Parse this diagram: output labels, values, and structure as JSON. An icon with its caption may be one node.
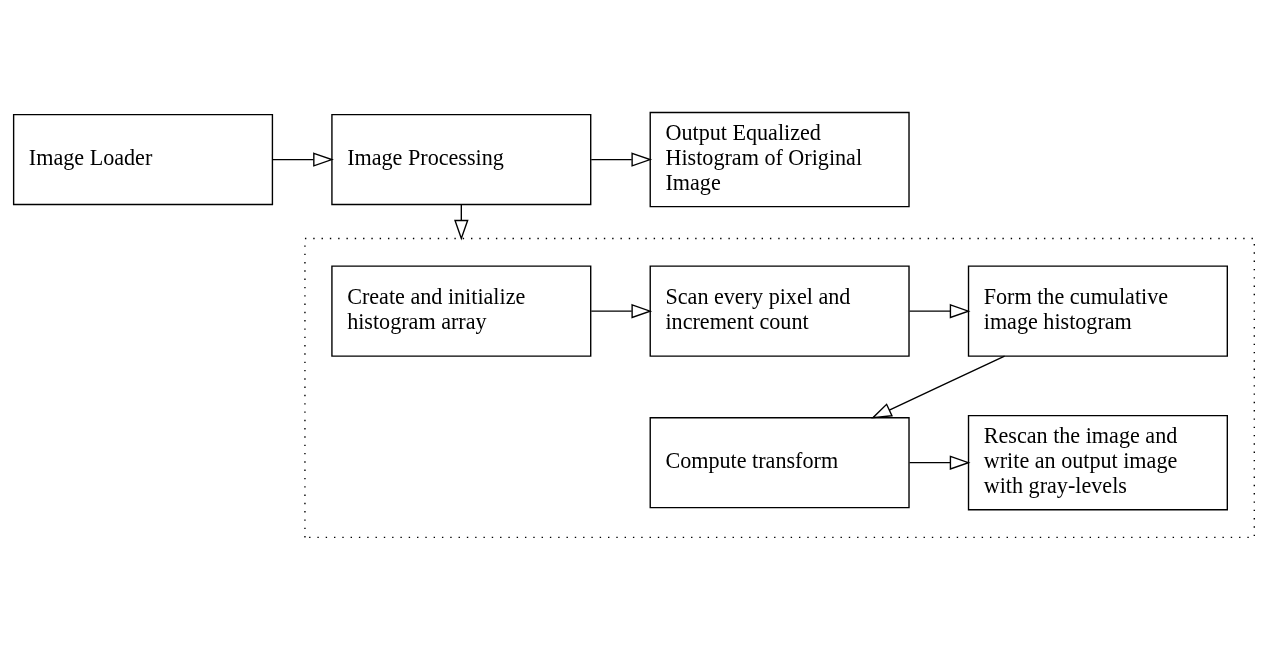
{
  "diagram": {
    "nodes": [
      {
        "text": [
          "Image Loader"
        ]
      },
      {
        "text": [
          "Image Processing"
        ]
      },
      {
        "text": [
          "Output Equalized Histogram of Original Image"
        ]
      },
      {
        "text": [],
        "shape": "box"
      },
      {
        "text": [
          "Create and initialize histogram array"
        ],
        "in": 3
      },
      {
        "text": [
          "Scan every pixel and increment count"
        ],
        "in": 3
      },
      {
        "text": [
          "Form the cumulative image histogram"
        ],
        "in": 3
      },
      {
        "text": [
          "Compute transform"
        ],
        "in": 3
      },
      {
        "text": [
          "Rescan the image and write an output image with gray-levels"
        ],
        "in": 3
      }
    ],
    "edges": [
      {
        "from": 0,
        "to": 1,
        "arrow": "to"
      },
      {
        "from": 1,
        "to": 2,
        "arrow": "to"
      },
      {
        "from": 1,
        "to": 3,
        "arrow": "to"
      },
      {
        "from": 4,
        "to": 5,
        "arrow": "to"
      },
      {
        "from": 5,
        "to": 6,
        "arrow": "to"
      },
      {
        "from": 6,
        "to": 7,
        "arrow": "to"
      },
      {
        "from": 7,
        "to": 8,
        "arrow": "to"
      }
    ]
  }
}
